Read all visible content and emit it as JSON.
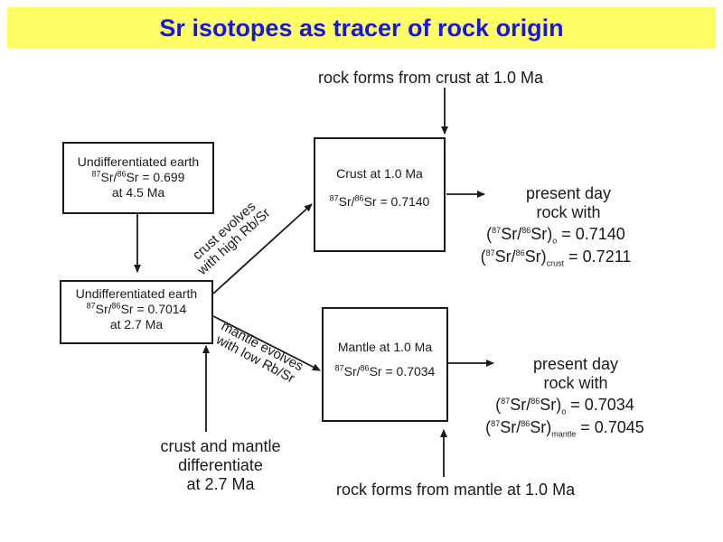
{
  "title": "Sr isotopes as tracer of rock origin",
  "colors": {
    "title_bg": "#ffff66",
    "title_text": "#1515e6",
    "ink": "#1a1a1a"
  },
  "top_note": "rock forms from crust at 1.0 Ma",
  "bottom_note": "rock forms from mantle at 1.0 Ma",
  "differentiate_note": [
    "crust and mantle",
    "differentiate",
    "at 2.7 Ma"
  ],
  "box_earth_45": {
    "heading": "Undifferentiated earth",
    "sup87": "87",
    "sr": "Sr/",
    "sup86": "86",
    "ratio": "Sr = 0.699",
    "age": "at 4.5 Ma"
  },
  "box_earth_27": {
    "heading": "Undifferentiated earth",
    "sup87": "87",
    "sr": "Sr/",
    "sup86": "86",
    "ratio": "Sr = 0.7014",
    "age": "at 2.7 Ma"
  },
  "box_crust": {
    "heading": "Crust at 1.0 Ma",
    "sup87": "87",
    "sr": "Sr/",
    "sup86": "86",
    "ratio": "Sr = 0.7140"
  },
  "box_mantle": {
    "heading": "Mantle at 1.0 Ma",
    "sup87": "87",
    "sr": "Sr/",
    "sup86": "86",
    "ratio": "Sr = 0.7034"
  },
  "crust_label": [
    "crust evolves",
    "with high Rb/Sr"
  ],
  "mantle_label": [
    "mantle evolves",
    "with low Rb/Sr"
  ],
  "crust_result": {
    "line1": "present day",
    "line2": "rock with",
    "r1_paren": "(",
    "r1_sup87": "87",
    "r1_sr": "Sr/",
    "r1_sup86": "86",
    "r1_sr2": "Sr)",
    "r1_sub": "o",
    "r1_val": " = 0.7140",
    "r2_paren": "(",
    "r2_sup87": "87",
    "r2_sr": "Sr/",
    "r2_sup86": "86",
    "r2_sr2": "Sr)",
    "r2_sub": "crust",
    "r2_val": " = 0.7211"
  },
  "mantle_result": {
    "line1": "present day",
    "line2": "rock with",
    "r1_paren": "(",
    "r1_sup87": "87",
    "r1_sr": "Sr/",
    "r1_sup86": "86",
    "r1_sr2": "Sr)",
    "r1_sub": "o",
    "r1_val": " = 0.7034",
    "r2_paren": "(",
    "r2_sup87": "87",
    "r2_sr": "Sr/",
    "r2_sup86": "86",
    "r2_sr2": "Sr)",
    "r2_sub": "mantle",
    "r2_val": " = 0.7045"
  }
}
